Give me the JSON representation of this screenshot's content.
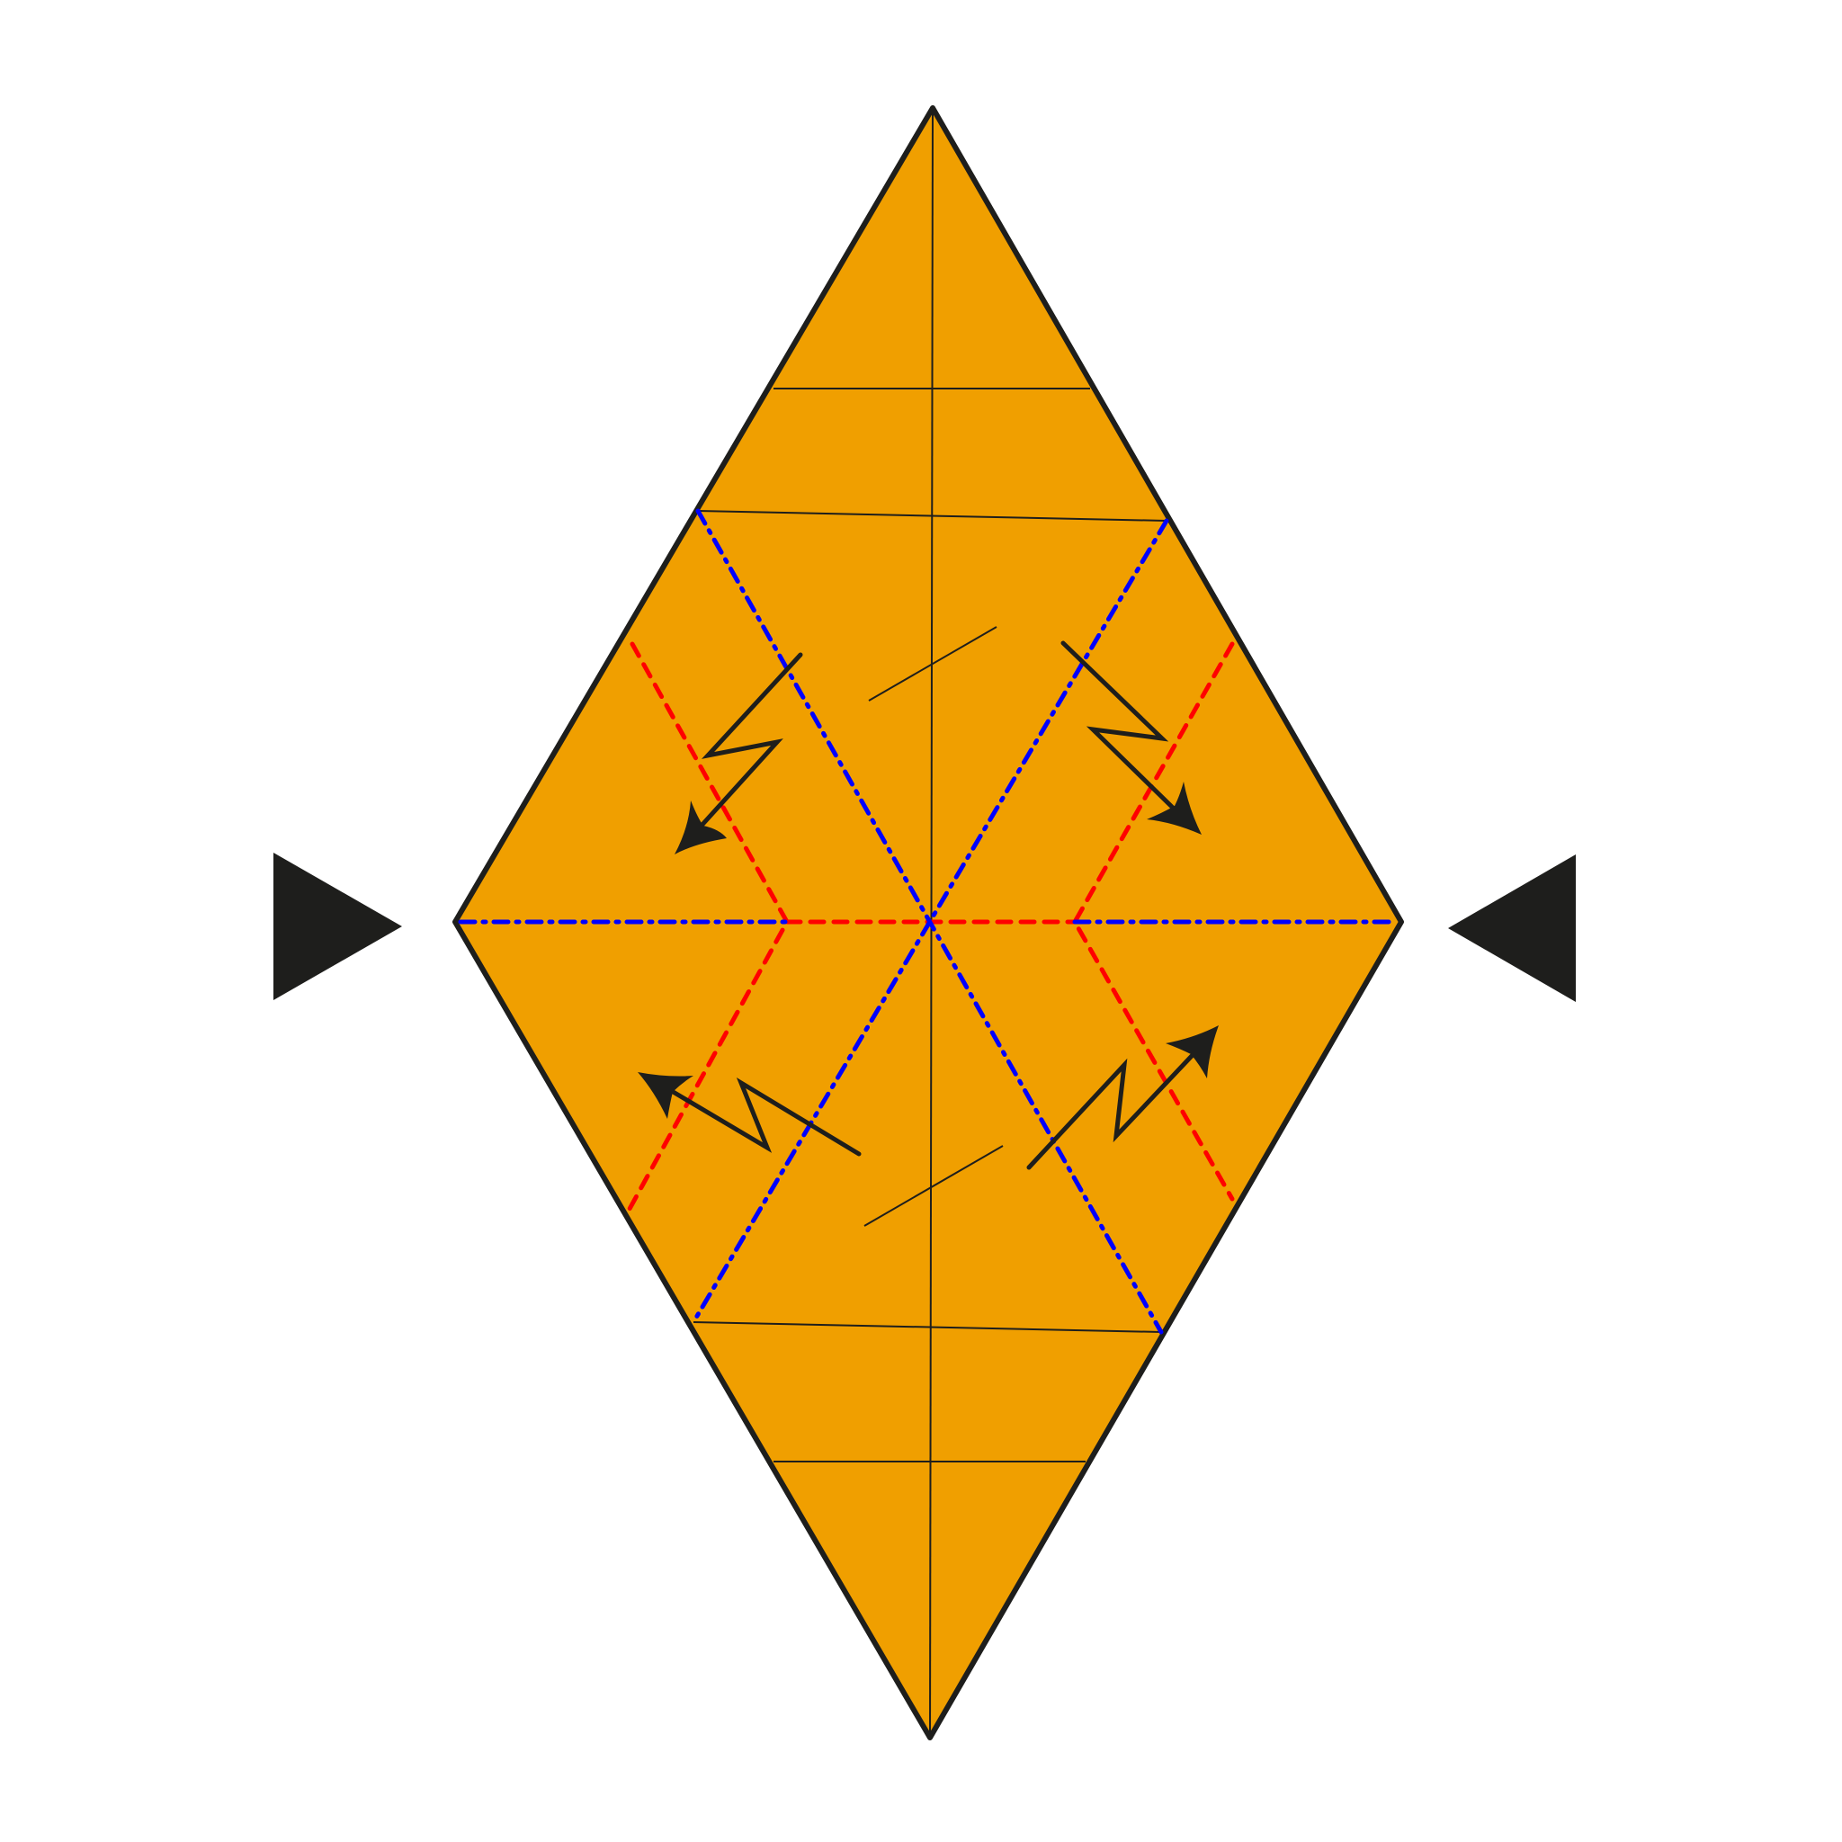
{
  "colors": {
    "paper": "#F09F00",
    "ink": "#1E1E1C",
    "mountain_fold": "#0000FF",
    "valley_fold": "#FF0000",
    "background": "#FFFFFF"
  },
  "diagram": {
    "shape": "rhombus",
    "fold_lines": [
      "mountain-fold-dash-dot-blue",
      "valley-fold-dashed-red"
    ],
    "symbols": [
      "push-in-arrow-left",
      "push-in-arrow-right",
      "pleat-arrow-x4"
    ]
  }
}
